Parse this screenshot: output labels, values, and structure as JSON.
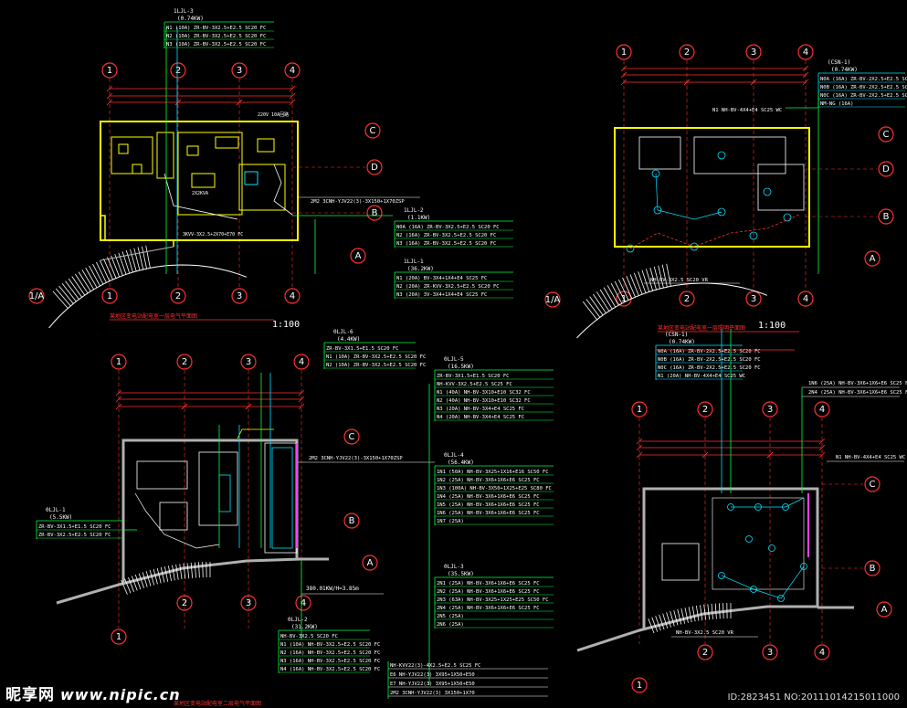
{
  "drawing": {
    "q1": {
      "title": "某地区变电站配电室一层电气平面图",
      "scale": "1:100",
      "box_head": "1LJL-3",
      "box_kw": "(0.74KW)",
      "box_lines": [
        "N1 (10A) ZR-BV-3X2.5+E2.5 SC20 FC",
        "N2 (10A) ZR-BV-3X2.5+E2.5 SC20 FC",
        "N3 (10A) ZR-BV-3X2.5+E2.5 SC20 FC"
      ],
      "cable_note": "2M2 3CNH-YJV22(3)-3X150+1X70ZSP",
      "panel_head": "1LJL-2",
      "panel_kw": "(1.1KW)",
      "panel_lines": [
        "N0A (16A) ZR-BV-3X2.5+E2.5 SC20 FC",
        "N2 (16A) ZR-BV-3X2.5+E2.5 SC20 FC",
        "N3 (16A) ZR-BV-3X2.5+E2.5 SC20 FC"
      ],
      "panel2_head": "1LJL-1",
      "panel2_kw": "(36.2KW)",
      "panel2_lines": [
        "N1 (20A) BV-3X4+1X4+E4 SC25 FC",
        "N2 (20A) ZR-KVV-3X2.5+E2.5 SC20 FC",
        "N3 (20A) 3V-3X4+1X4+E4 SC25 FC"
      ],
      "room_label": "2X2KVA",
      "wire_note": "3KVV-3X2.5+2X70+E70 FC",
      "top_label": "220V 10A回路"
    },
    "q2": {
      "title": "某地区变电站配电室一层照明平面图",
      "scale": "1:100",
      "box_head": "(CSN-1)",
      "box_kw": "(0.74KW)",
      "box_lines": [
        "N0A (16A) ZR-BV-2X2.5+E2.5 SC20",
        "N0B (16A) ZR-BV-2X2.5+E2.5 SC20",
        "N0C (16A) ZR-BV-2X2.5+E2.5 SC20",
        "NM-NG (16A)"
      ],
      "wire_note": "N1 NH-BV-4X4+E4 SC25 WC",
      "bottom_note": "NH-BV-3X2.5 SC20 VR"
    },
    "q3": {
      "title": "某地区变电站配电室二层电气平面图",
      "box_head": "0LJL-6",
      "box_kw": "(4.4KW)",
      "box_lines": [
        "ZR-BV-3X1.5+E1.5 SC20 FC",
        "N1 (10A) ZR-BV-3X2.5+E2.5 SC20 FC",
        "N2 (10A) ZR-BV-3X2.5+E2.5 SC20 FC"
      ],
      "panel_head": "0LJL-5",
      "panel_kw": "(16.5KW)",
      "panel_lines": [
        "ZR-BV-3X1.5+E1.5 SC20 FC",
        "NH-KVV-3X2.5+E2.5 SC25 FC",
        "N1 (40A) NH-BV-3X10+E10 SC32 FC",
        "N2 (40A) NH-BV-3X10+E10 SC32 FC",
        "N3 (20A) NH-BV-3X4+E4 SC25 FC",
        "N4 (20A) NH-BV-3X4+E4 SC25 FC"
      ],
      "cable_note": "2M2 3CNH-YJV22(3)-3X150+1X70ZSP",
      "panel2_head": "0LJL-4",
      "panel2_kw": "(56.4KW)",
      "panel2_lines": [
        "1N1 (50A) NH-BV-3X25+1X16+E16 SC50 FC",
        "1N2 (25A) NH-BV-3X6+1X6+E6 SC25 FC",
        "1N3 (100A) NH-BV-3X50+1X25+E25 SC80 FC",
        "1N4 (25A) NH-BV-3X6+1X6+E6 SC25 FC",
        "1N5 (25A) NH-BV-3X6+1X6+E6 SC25 FC",
        "1N6 (25A) NH-BV-3X6+1X6+E6 SC25 FC",
        "1N7 (25A)"
      ],
      "panel3_head": "0LJL-3",
      "panel3_kw": "(35.5KW)",
      "panel3_lines": [
        "2N1 (25A) NH-BV-3X6+1X6+E6 SC25 FC",
        "2N2 (25A) NH-BV-3X6+1X6+E6 SC25 FC",
        "2N3 (63A) NH-BV-3X25+1X25+E25 SC50 FC",
        "2N4 (25A) NH-BV-3X6+1X6+E6 SC25 FC",
        "2N5 (25A)",
        "2N6 (25A)"
      ],
      "left_head": "0LJL-1",
      "left_kw": "(5.5KW)",
      "left_lines": [
        "ZR-BV-3X1.5+E1.5 SC20 FC",
        "ZR-BV-3X2.5+E2.5 SC20 FC"
      ],
      "bottom_head": "0LJL-2",
      "bottom_kw": "(31.2KW)",
      "bottom_lines": [
        "NH-BV-3X2.5 SC20 FC",
        "N1 (10A) NH-BV-3X2.5+E2.5 SC20 FC",
        "N2 (16A) NH-BV-3X2.5+E2.5 SC20 FC",
        "N3 (16A) NH-BV-3X2.5+E2.5 SC20 FC",
        "N4 (16A) NH-BV-3X2.5+E2.5 SC20 FC"
      ],
      "power_note": "380.01KW/H=3.85m",
      "bot_cable1": "NH-KVV22(3)-4X2.5+E2.5 SC25 FC",
      "bot_cable2": "E6 NH-YJV22(3) 3X95+1X50+E50",
      "bot_cable3": "E7 NH-YJV22(3) 3X95+1X50+E50",
      "bot_cable4": "2M2 3CNH-YJV22(3) 3X150+1X70"
    },
    "q4": {
      "title": "某地区变电站配电室二层照明平面图",
      "box_head": "(CSN-1)",
      "box_kw": "(0.74KW)",
      "box_lines": [
        "N0A (16A) ZR-BV-2X2.5+E2.5 SC20 FC",
        "N0B (16A) ZR-BV-2X2.5+E2.5 SC20 FC",
        "N0C (16A) ZR-BV-2X2.5+E2.5 SC20 FC",
        "N1 (20A) NH-BV-4X4+E4 SC25 WC"
      ],
      "right_lines": [
        "1N6 (25A) NH-BV-3X6+1X6+E6 SC25 FC",
        "2N4 (25A) NH-BV-3X6+1X6+E6 SC25 FC"
      ],
      "wire_note": "N1 NH-BV-4X4+E4 SC25 WC",
      "bottom_note": "NH-BV-3X2.5 SC20 VR"
    }
  },
  "grid_labels": {
    "numbers": [
      "1",
      "2",
      "3",
      "4"
    ],
    "letters": [
      "A",
      "B",
      "C",
      "D"
    ],
    "q1_left": "1/A"
  },
  "watermark": {
    "site": "昵享网",
    "url": "www.nipic.cn",
    "id": "ID:2823451 NO:20111014215011000"
  },
  "colors": {
    "grid": "#ff3030",
    "wall": "#ffff00",
    "cyan": "#00e5ff",
    "green": "#00ff40",
    "white": "#ffffff",
    "gray": "#b0b0b0",
    "magenta": "#ff40ff",
    "yellow": "#ffff00"
  }
}
